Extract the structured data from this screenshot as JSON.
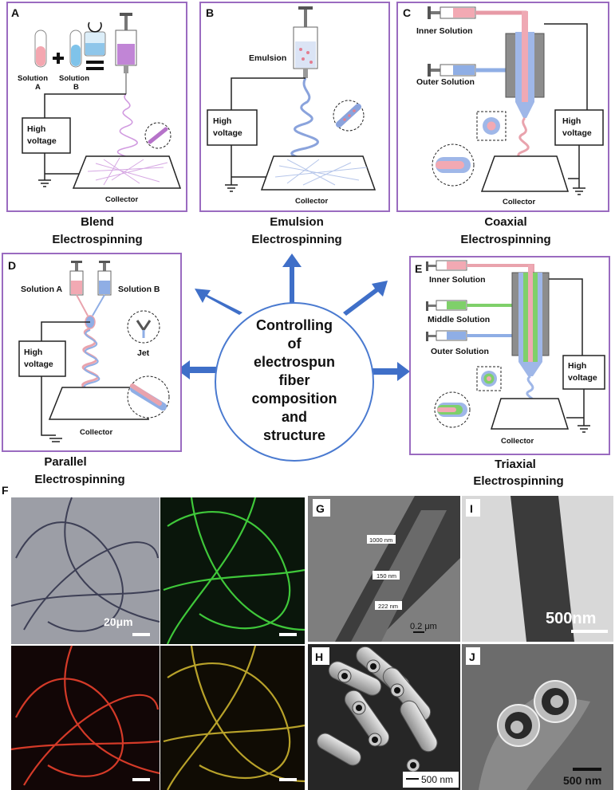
{
  "panels": {
    "A": {
      "letter": "A",
      "solution_a": "Solution\nA",
      "solution_a_line1": "Solution",
      "solution_a_line2": "A",
      "solution_b_line1": "Solution",
      "solution_b_line2": "B",
      "high_voltage_line1": "High",
      "high_voltage_line2": "voltage",
      "collector": "Collector",
      "caption_line1": "Blend",
      "caption_line2": "Electrospinning"
    },
    "B": {
      "letter": "B",
      "emulsion": "Emulsion",
      "high_voltage_line1": "High",
      "high_voltage_line2": "voltage",
      "collector": "Collector",
      "caption_line1": "Emulsion",
      "caption_line2": "Electrospinning"
    },
    "C": {
      "letter": "C",
      "inner": "Inner Solution",
      "outer": "Outer Solution",
      "high_voltage_line1": "High",
      "high_voltage_line2": "voltage",
      "collector": "Collector",
      "caption_line1": "Coaxial",
      "caption_line2": "Electrospinning"
    },
    "D": {
      "letter": "D",
      "solution_a": "Solution A",
      "solution_b": "Solution B",
      "jet": "Jet",
      "high_voltage_line1": "High",
      "high_voltage_line2": "voltage",
      "collector": "Collector",
      "caption_line1": "Parallel",
      "caption_line2": "Electrospinning"
    },
    "E": {
      "letter": "E",
      "inner": "Inner Solution",
      "middle": "Middle Solution",
      "outer": "Outer Solution",
      "high_voltage_line1": "High",
      "high_voltage_line2": "voltage",
      "collector": "Collector",
      "caption_line1": "Triaxial",
      "caption_line2": "Electrospinning"
    }
  },
  "center": {
    "lines": [
      "Controlling",
      "of",
      "electrospun",
      "fiber",
      "composition",
      "and",
      "structure"
    ]
  },
  "micrographs": {
    "F": {
      "letter": "F",
      "scale": "20μm"
    },
    "G": {
      "letter": "G",
      "m1": "1000 nm",
      "m2": "150 nm",
      "m3": "222 nm",
      "scale": "0.2 μm"
    },
    "H": {
      "letter": "H",
      "scale": "500 nm"
    },
    "I": {
      "letter": "I",
      "scale": "500nm"
    },
    "J": {
      "letter": "J",
      "scale": "500 nm"
    }
  },
  "colors": {
    "frame": "#9a6bc0",
    "arrow": "#3f6fc8",
    "pink": "#e9a3ad",
    "blue": "#8fa8dc",
    "purple": "#b27fc9",
    "green": "#7fd06a"
  }
}
